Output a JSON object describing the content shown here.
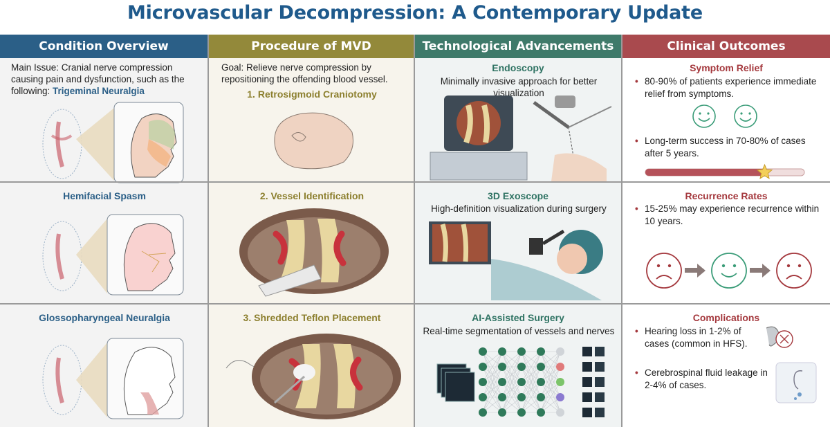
{
  "title": "Microvascular Decompression: A Contemporary Update",
  "columns": {
    "condition": {
      "header": "Condition Overview",
      "intro_label": "Main Issue:",
      "intro_text": "Cranial nerve compression causing pain and dysfunction, such as the following:",
      "items": [
        "Trigeminal Neuralgia",
        "Hemifacial Spasm",
        "Glossopharyngeal Neuralgia"
      ]
    },
    "procedure": {
      "header": "Procedure of MVD",
      "goal_label": "Goal:",
      "goal_text": "Relieve nerve compression by repositioning the offending blood vessel.",
      "steps": [
        "1. Retrosigmoid Craniotomy",
        "2. Vessel Identification",
        "3. Shredded Teflon Placement"
      ]
    },
    "technology": {
      "header": "Technological Advancements",
      "items": [
        {
          "title": "Endoscopy",
          "desc": "Minimally invasive approach for better visualization"
        },
        {
          "title": "3D Exoscope",
          "desc": "High-definition visualization during surgery"
        },
        {
          "title": "AI-Assisted Surgery",
          "desc": "Real-time segmentation of vessels and nerves"
        }
      ]
    },
    "outcomes": {
      "header": "Clinical Outcomes",
      "sections": [
        {
          "title": "Symptom Relief",
          "bullets": [
            "80-90% of patients experience immediate relief from symptoms.",
            "Long-term success in 70-80% of cases after 5 years."
          ]
        },
        {
          "title": "Recurrence Rates",
          "bullets": [
            "15-25% may experience recurrence within 10 years."
          ]
        },
        {
          "title": "Complications",
          "bullets": [
            "Hearing loss in 1-2% of cases (common in HFS).",
            "Cerebrospinal fluid leakage in 2-4% of cases."
          ]
        }
      ],
      "success_bar_fraction": 0.75
    }
  },
  "colors": {
    "title": "#1f5a8c",
    "condition": "#2b5f87",
    "procedure": "#93893a",
    "technology": "#3f7a6a",
    "outcomes": "#a94a4e",
    "smiley": "#3a9c78",
    "sad": "#a4383d",
    "vessel": "#c8323c",
    "nerve": "#e8d7a0"
  },
  "icons": [
    "face-profile-icon",
    "brain-nerve-icon",
    "head-illustration-icon",
    "surgical-field-icon",
    "monitor-icon",
    "endoscope-icon",
    "exoscope-icon",
    "neural-network-icon",
    "smiley-icon",
    "sad-face-icon",
    "arrow-right-icon",
    "star-icon",
    "ear-icon",
    "crossed-circle-icon"
  ]
}
